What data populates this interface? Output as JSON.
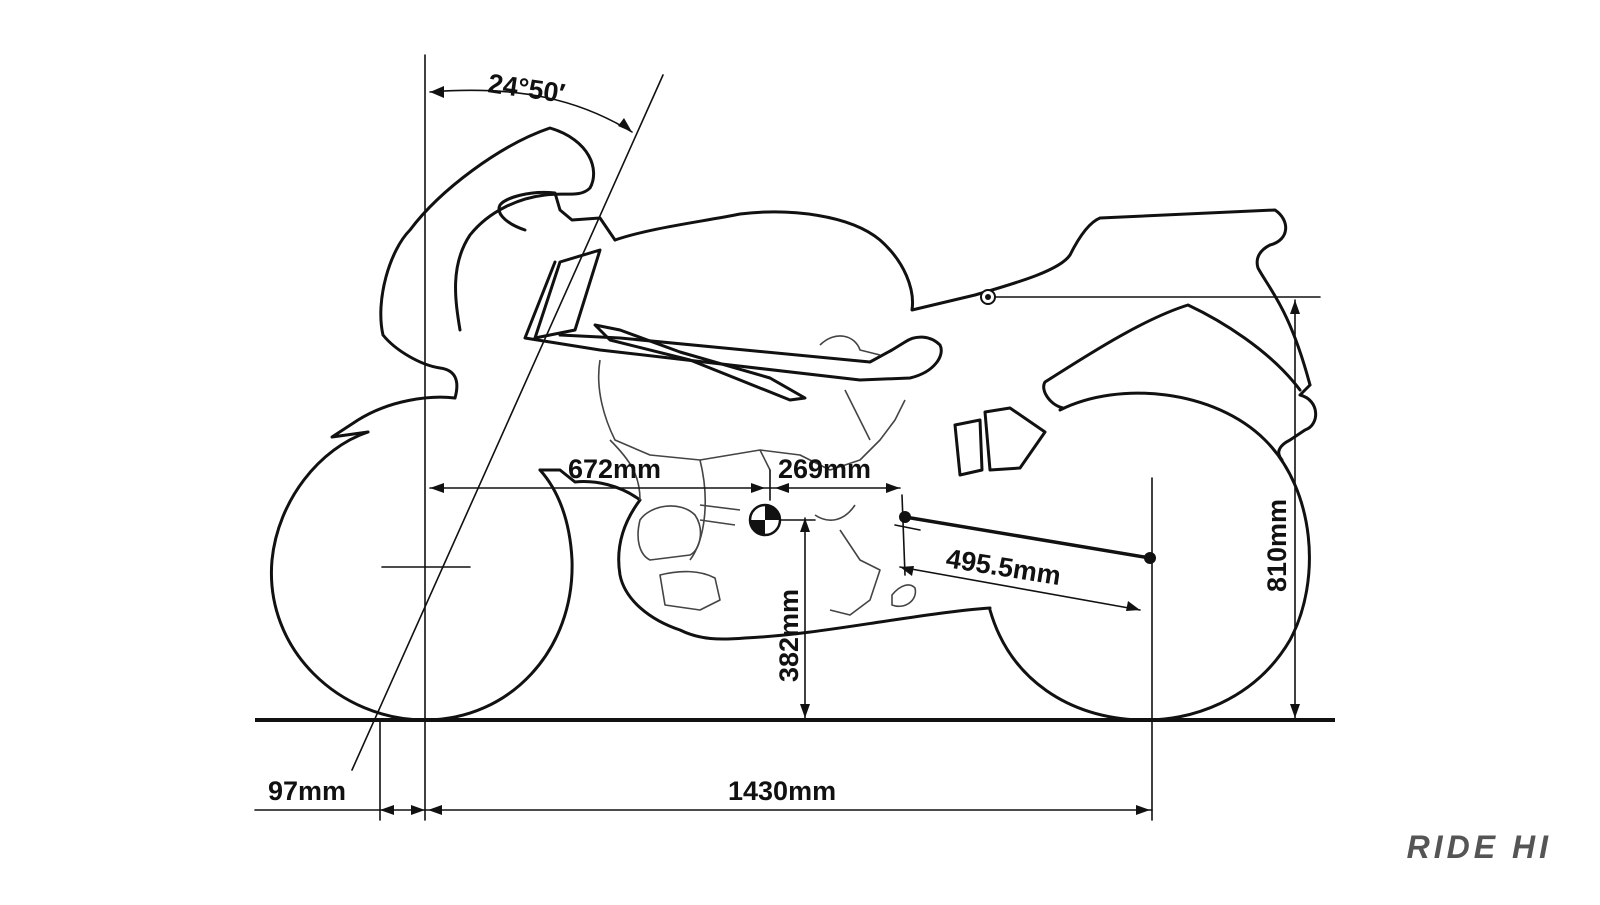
{
  "diagram": {
    "dimensions": {
      "caster_angle": "24°50′",
      "front_to_cg": "672mm",
      "cg_to_pivot": "269mm",
      "swingarm": "495.5mm",
      "cg_height": "382mm",
      "seat_height": "810mm",
      "trail": "97mm",
      "wheelbase": "1430mm"
    }
  },
  "brand": {
    "logo": "RIDE HI"
  },
  "colors": {
    "line": "#111111",
    "background": "#ffffff",
    "logo": "#555555"
  }
}
